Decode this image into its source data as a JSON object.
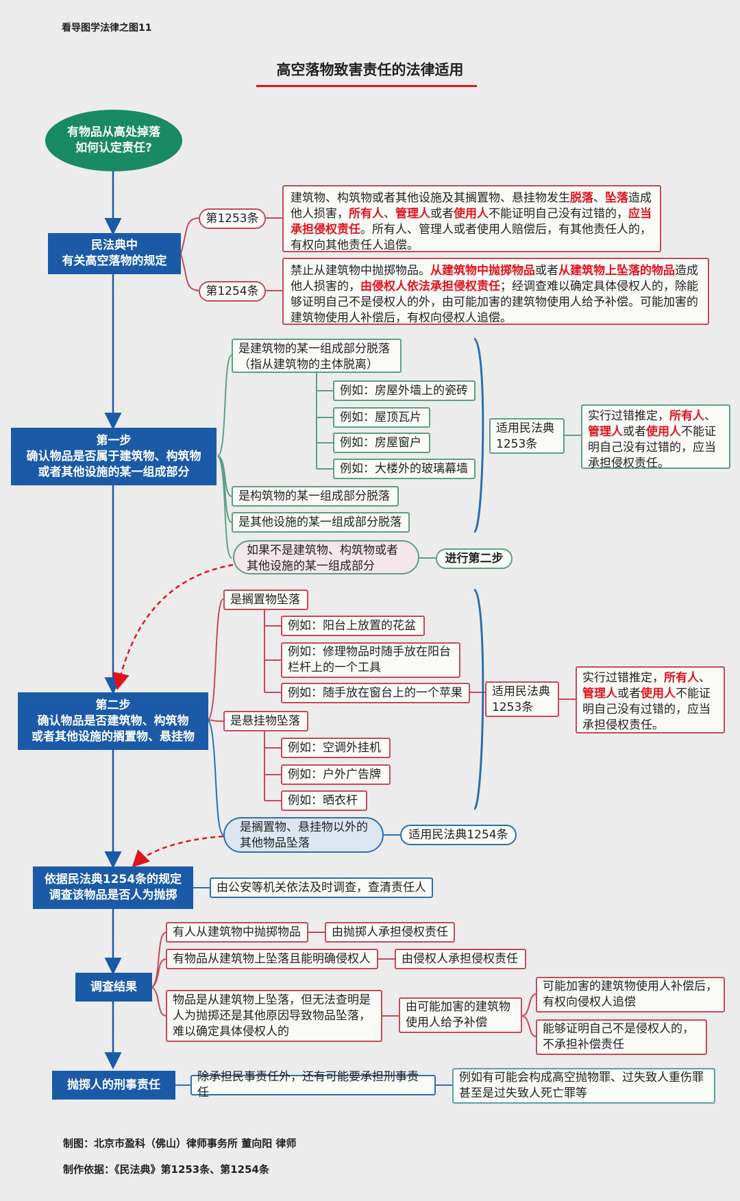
{
  "header": {
    "series": "看导图学法律之图11",
    "title": "高空落物致害责任的法律适用"
  },
  "colors": {
    "navy": "#1a5aa6",
    "green": "#5e9e86",
    "red_border": "#c44a5a",
    "highlight": "#e0141e",
    "dashed_arrow": "#e0141e"
  },
  "start": {
    "line1": "有物品从高处掉落",
    "line2": "如何认定责任?"
  },
  "civil_code": {
    "title1": "民法典中",
    "title2": "有关高空落物的规定",
    "art1253": {
      "label": "第1253条",
      "segments": [
        "建筑物、构筑物或者其他设施及其搁置物、悬挂物发生",
        "脱落",
        "、",
        "坠落",
        "造成他人损害，",
        "所有人",
        "、",
        "管理人",
        "或者",
        "使用人",
        "不能证明自己没有过错的，",
        "应当承担侵权责任",
        "。所有人、管理人或者使用人赔偿后，有其他责任人的，有权向其他责任人追偿。"
      ]
    },
    "art1254": {
      "label": "第1254条",
      "segments": [
        "禁止从建筑物中抛掷物品。",
        "从建筑物中抛掷物品",
        "或者",
        "从建筑物上坠落的物品",
        "造成他人损害的，",
        "由侵权人依法承担侵权责任",
        "；经调查难以确定具体侵权人的，除能够证明自己不是侵权人的外，由可能加害的建筑物使用人给予补偿。可能加害的建筑物使用人补偿后，有权向侵权人追偿。"
      ]
    }
  },
  "step1": {
    "title": "第一步",
    "line2": "确认物品是否属于建筑物、构筑物",
    "line3": "或者其他设施的某一组成部分",
    "branch_a_1": "是建筑物的某一组成部分脱落",
    "branch_a_2": "（指从建筑物的主体脱离）",
    "examples": [
      "例如：房屋外墙上的瓷砖",
      "例如：屋顶瓦片",
      "例如：房屋窗户",
      "例如：大楼外的玻璃幕墙"
    ],
    "branch_b": "是构筑物的某一组成部分脱落",
    "branch_c": "是其他设施的某一组成部分脱落",
    "branch_d_1": "如果不是建筑物、构筑物或者",
    "branch_d_2": "其他设施的某一组成部分",
    "next": "进行第二步",
    "apply_1": "适用民法典",
    "apply_2": "1253条",
    "result_segments": [
      "实行过错推定，",
      "所有人",
      "、",
      "管理人",
      "或者",
      "使用人",
      "不能证明自己没有过错的，应当承担侵权责任。"
    ]
  },
  "step2": {
    "title": "第二步",
    "line2": "确认物品是否建筑物、构筑物",
    "line3": "或者其他设施的搁置物、悬挂物",
    "branch_a": "是搁置物坠落",
    "examples_a": [
      "例如：阳台上放置的花盆",
      "例如：修理物品时随手放在阳台栏杆上的一个工具",
      "例如：随手放在窗台上的一个苹果"
    ],
    "branch_b": "是悬挂物坠落",
    "examples_b": [
      "例如：空调外挂机",
      "例如：户外广告牌",
      "例如：晒衣杆"
    ],
    "branch_c_1": "是搁置物、悬挂物以外的",
    "branch_c_2": "其他物品坠落",
    "apply_1254": "适用民法典1254条",
    "apply_1": "适用民法典",
    "apply_2": "1253条",
    "result_segments": [
      "实行过错推定，",
      "所有人",
      "、",
      "管理人",
      "或者",
      "使用人",
      "不能证明自己没有过错的，应当承担侵权责任。"
    ]
  },
  "investigate": {
    "line1": "依据民法典1254条的规定",
    "line2": "调查该物品是否人为抛掷",
    "action": "由公安等机关依法及时调查，查清责任人"
  },
  "results": {
    "title": "调查结果",
    "r1": "有人从建筑物中抛掷物品",
    "r1_out": "由抛掷人承担侵权责任",
    "r2": "有物品从建筑物上坠落且能明确侵权人",
    "r2_out": "由侵权人承担侵权责任",
    "r3": "物品是从建筑物上坠落，但无法查明是人为抛掷还是其他原因导致物品坠落，难以确定具体侵权人的",
    "r3_out": "由可能加害的建筑物使用人给予补偿",
    "r3_a": "可能加害的建筑物使用人补偿后，有权向侵权人追偿",
    "r3_b": "能够证明自己不是侵权人的，不承担补偿责任"
  },
  "criminal": {
    "title": "抛掷人的刑事责任",
    "mid": "除承担民事责任外，还有可能要承担刑事责任",
    "right": "例如有可能会构成高空抛物罪、过失致人重伤罪甚至是过失致人死亡罪等"
  },
  "footer": {
    "maker": "制图：北京市盈科（佛山）律师事务所 董向阳 律师",
    "basis": "制作依据：《民法典》第1253条、第1254条"
  }
}
